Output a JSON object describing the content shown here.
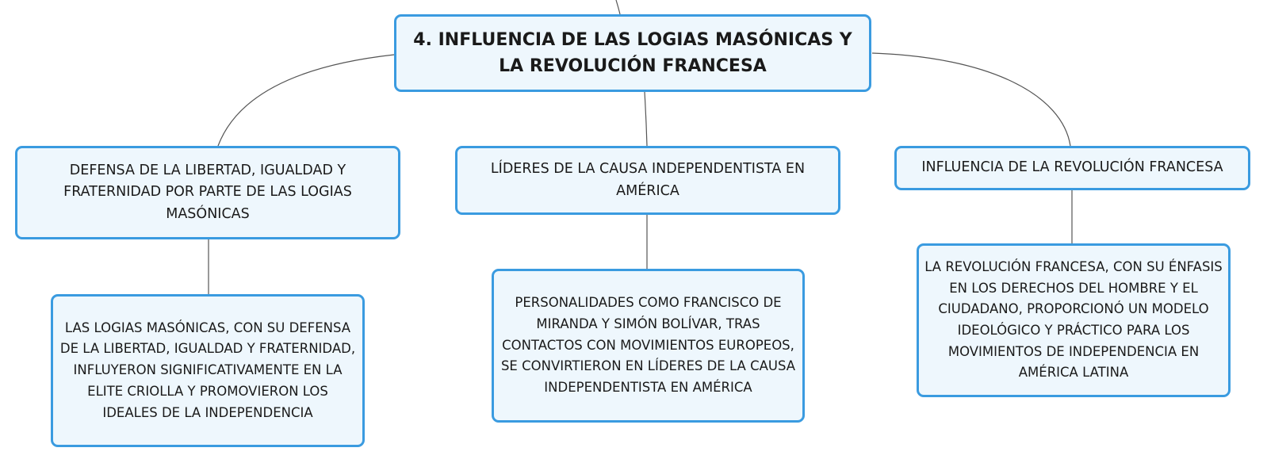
{
  "colors": {
    "node_fill": "#eef7fd",
    "node_border": "#3a9be0",
    "connector": "#555555",
    "text": "#1a1a1a"
  },
  "diagram": {
    "root": {
      "label": "4. INFLUENCIA DE LAS LOGIAS MASÓNICAS Y LA REVOLUCIÓN FRANCESA"
    },
    "branches": [
      {
        "label": "DEFENSA DE LA LIBERTAD, IGUALDAD Y FRATERNIDAD POR PARTE DE LAS LOGIAS MASÓNICAS",
        "detail": "LAS LOGIAS MASÓNICAS, CON SU DEFENSA DE LA LIBERTAD, IGUALDAD Y FRATERNIDAD, INFLUYERON SIGNIFICATIVAMENTE EN LA ELITE CRIOLLA Y PROMOVIERON LOS IDEALES DE LA INDEPENDENCIA"
      },
      {
        "label": "LÍDERES DE LA CAUSA INDEPENDENTISTA EN AMÉRICA",
        "detail": "PERSONALIDADES COMO FRANCISCO DE MIRANDA Y SIMÓN BOLÍVAR, TRAS CONTACTOS CON MOVIMIENTOS EUROPEOS, SE CONVIRTIERON EN LÍDERES DE LA CAUSA INDEPENDENTISTA EN AMÉRICA"
      },
      {
        "label": "INFLUENCIA DE LA REVOLUCIÓN FRANCESA",
        "detail": "LA REVOLUCIÓN FRANCESA, CON SU ÉNFASIS EN LOS DERECHOS DEL HOMBRE Y EL CIUDADANO, PROPORCIONÓ UN MODELO IDEOLÓGICO Y PRÁCTICO PARA LOS MOVIMIENTOS DE INDEPENDENCIA EN AMÉRICA LATINA"
      }
    ]
  }
}
